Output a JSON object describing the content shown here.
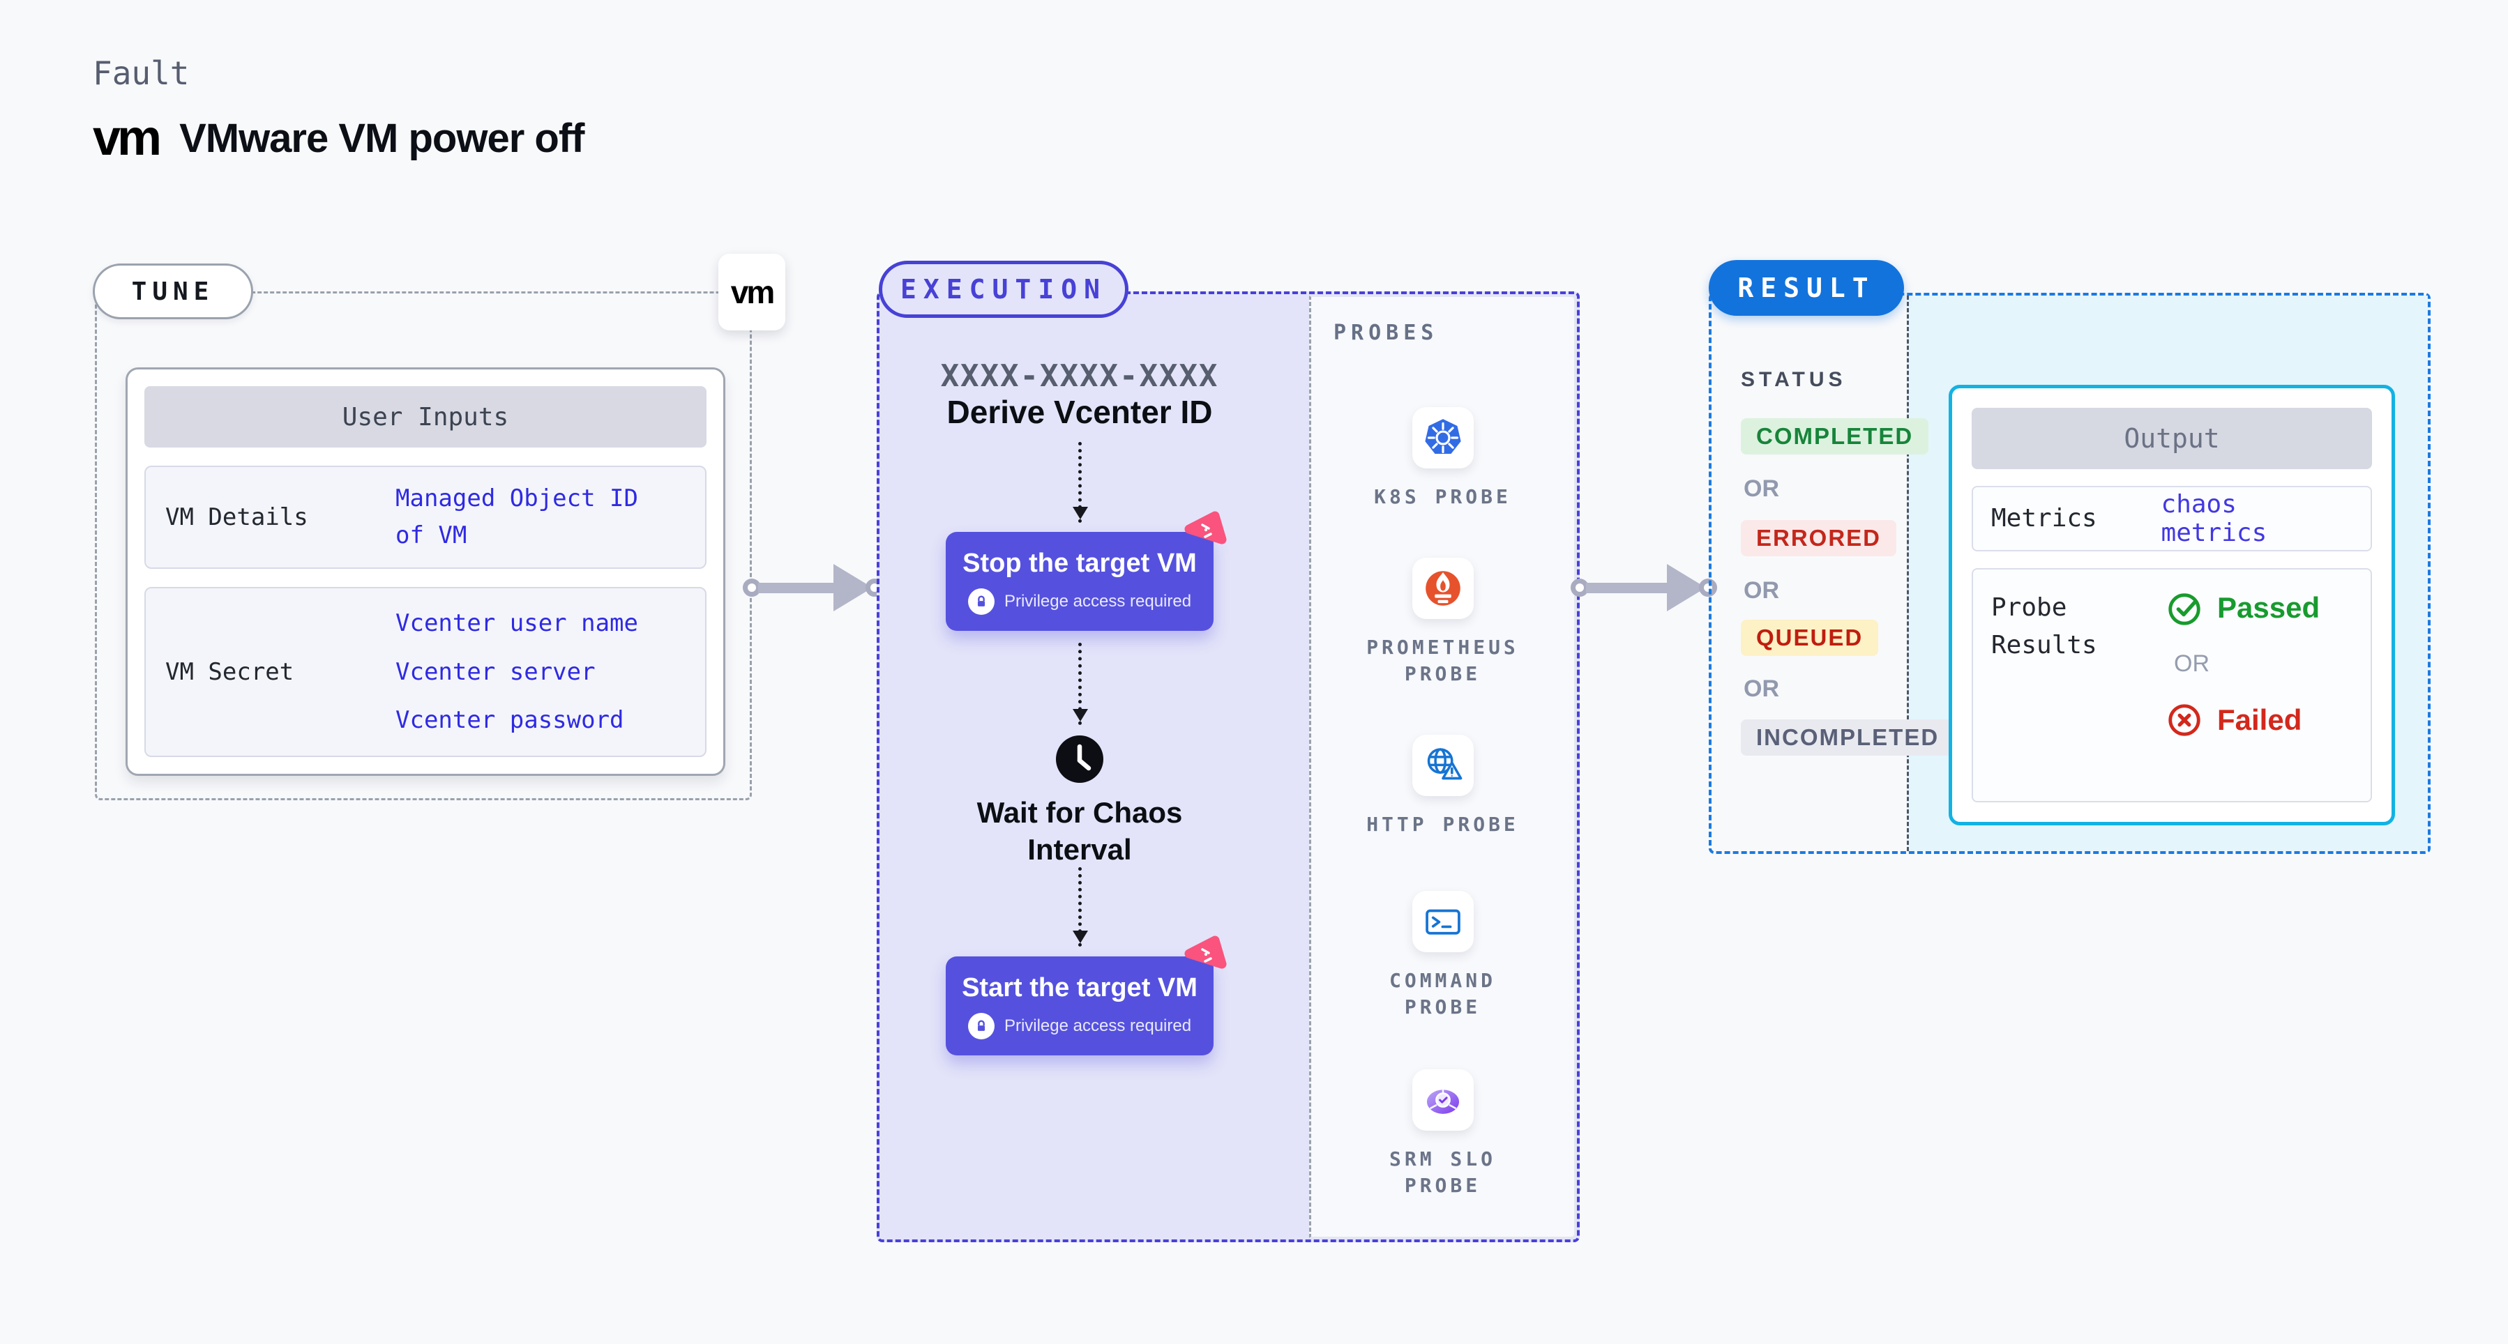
{
  "page": {
    "kicker": "Fault",
    "logo_text": "vm",
    "title": "VMware VM power off"
  },
  "tune": {
    "badge": "TUNE",
    "vm_badge": "vm",
    "user_inputs": {
      "header": "User Inputs",
      "rows": [
        {
          "label": "VM Details",
          "values": [
            "Managed Object ID of VM"
          ]
        },
        {
          "label": "VM Secret",
          "values": [
            "Vcenter user name",
            "Vcenter server",
            "Vcenter password"
          ]
        }
      ]
    }
  },
  "execution": {
    "badge": "EXECUTION",
    "flow": {
      "step_code": "XXXX-XXXX-XXXX",
      "step_code_label": "Derive Vcenter ID",
      "stop_title": "Stop the target VM",
      "privilege_note": "Privilege access required",
      "wait_label": "Wait for Chaos Interval",
      "start_title": "Start the target VM"
    },
    "probes_label": "PROBES",
    "probes": [
      {
        "label": "K8S PROBE",
        "icon": "kubernetes-icon"
      },
      {
        "label": "PROMETHEUS PROBE",
        "icon": "prometheus-icon"
      },
      {
        "label": "HTTP PROBE",
        "icon": "http-globe-icon"
      },
      {
        "label": "COMMAND PROBE",
        "icon": "command-terminal-icon"
      },
      {
        "label": "SRM SLO PROBE",
        "icon": "srm-slo-icon"
      }
    ]
  },
  "result": {
    "badge": "RESULT",
    "status_label": "STATUS",
    "or_label": "OR",
    "statuses": [
      {
        "label": "COMPLETED",
        "bg": "#dcf2df",
        "color": "#17843a"
      },
      {
        "label": "ERRORED",
        "bg": "#fbe9e9",
        "color": "#c3271b"
      },
      {
        "label": "QUEUED",
        "bg": "#fdf1c6",
        "color": "#bf1e0e"
      },
      {
        "label": "INCOMPLETED",
        "bg": "#e9eaf0",
        "color": "#596077"
      }
    ],
    "output": {
      "header": "Output",
      "metrics_label": "Metrics",
      "metrics_value": "chaos metrics",
      "probe_results_label": "Probe Results",
      "passed_label": "Passed",
      "or_label": "OR",
      "failed_label": "Failed"
    }
  },
  "colors": {
    "page_bg": "#f8f9fb",
    "execution_bg": "#e3e4f9",
    "execution_accent": "#4741d6",
    "chaos_box": "#5551de",
    "tune_value_blue": "#2f2ae2",
    "result_accent": "#1373dd",
    "output_border": "#12b2e3",
    "cyan_bg": "#e4f5fc",
    "arrow_gray": "#b3b5c8",
    "passed_green": "#179b2e",
    "failed_red": "#d3281c",
    "litmus_pink": "#f9537e",
    "kubernetes_blue": "#326ce5",
    "prometheus_orange": "#e6522c",
    "probe_icon_blue": "#1574d4",
    "srm_purple": "#8b5cf6"
  }
}
